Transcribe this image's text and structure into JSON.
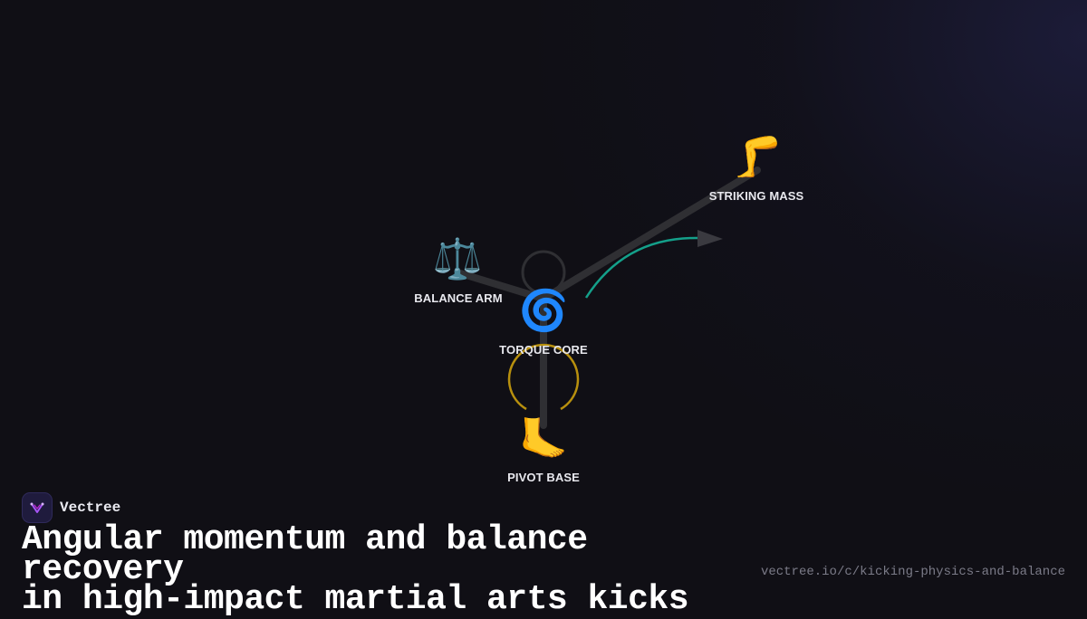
{
  "diagram": {
    "nodes": [
      {
        "id": "striking-mass",
        "label": "STRIKING MASS",
        "icon": "leg-icon",
        "glyph": "🦵"
      },
      {
        "id": "balance-arm",
        "label": "BALANCE ARM",
        "icon": "balance-scale-icon",
        "glyph": "⚖️"
      },
      {
        "id": "torque-core",
        "label": "TORQUE CORE",
        "icon": "cyclone-icon",
        "glyph": "🌀"
      },
      {
        "id": "pivot-base",
        "label": "PIVOT BASE",
        "icon": "foot-icon",
        "glyph": "🦶"
      }
    ],
    "colors": {
      "limb": "#2f2f33",
      "rotation_arrow": "#14a08a",
      "pivot_arc": "#b8900e",
      "arrow_head": "#3a3a40"
    }
  },
  "brand": {
    "name": "Vectree",
    "icon": "vectree-logo-icon"
  },
  "title": {
    "line1": "Angular momentum and balance recovery",
    "line2": "in high-impact martial arts kicks"
  },
  "url": "vectree.io/c/kicking-physics-and-balance"
}
